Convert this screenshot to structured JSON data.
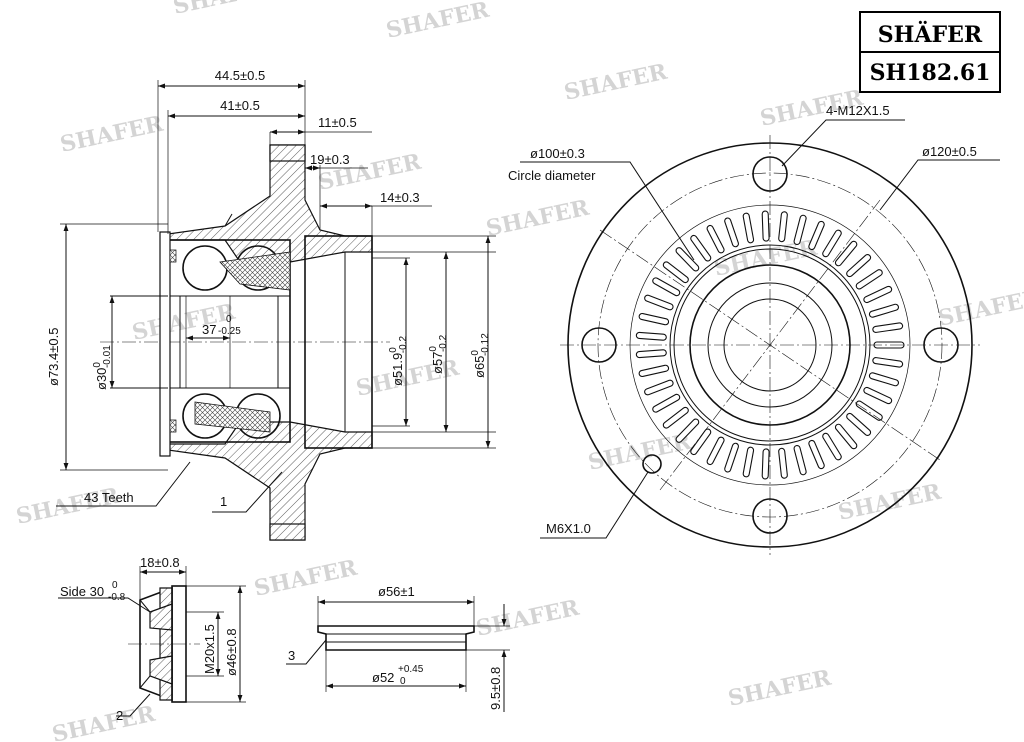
{
  "brand": {
    "name": "SHÄFER",
    "part_number": "SH182.61"
  },
  "watermark": "SHAFER",
  "main_view": {
    "dims": {
      "d_445": "44.5±0.5",
      "d_41": "41±0.5",
      "d_11": "11±0.5",
      "d_19": "19±0.3",
      "d_14": "14±0.3"
    },
    "diameter_734": {
      "base": "ø73.4±0.5"
    },
    "diameter_30": {
      "base": "ø30",
      "up": "0",
      "low": "-0.01"
    },
    "bore_37": {
      "base": "37",
      "up": "0",
      "low": "-0.25"
    },
    "diameter_519": {
      "base": "ø51.9",
      "up": "0",
      "low": "-0.2"
    },
    "diameter_57": {
      "base": "ø57",
      "up": "0",
      "low": "-0.2"
    },
    "diameter_65": {
      "base": "ø65",
      "up": "0",
      "low": "-0.12"
    },
    "teeth_label": "43 Teeth",
    "part1": "1"
  },
  "front_view": {
    "bolts": "4-M12X1.5",
    "pcd": "ø100±0.3",
    "pcd_caption": "Circle diameter",
    "outer": "ø120±0.5",
    "screw": "M6X1.0",
    "teeth": 43
  },
  "nut": {
    "width": "18±0.8",
    "side_label": "Side 30",
    "side_up": "0",
    "side_low": "-0.8",
    "thread": "M20x1.5",
    "dia": "ø46±0.8",
    "part2": "2"
  },
  "cap": {
    "outer": "ø56±1",
    "inner_base": "ø52",
    "inner_up": "+0.45",
    "inner_low": "0",
    "height": "9.5±0.8",
    "part3": "3"
  }
}
